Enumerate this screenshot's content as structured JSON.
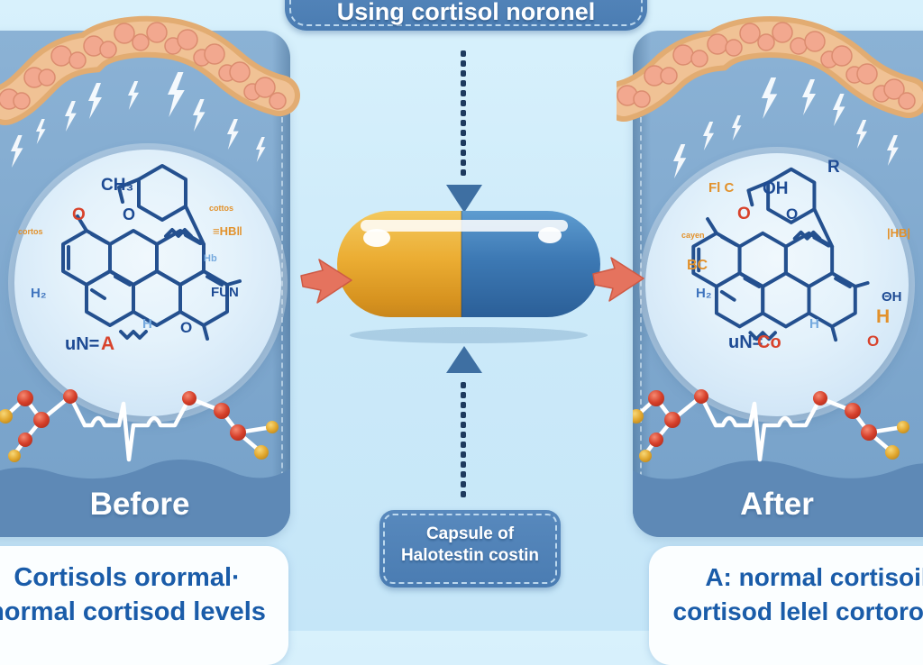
{
  "illustration": {
    "banner_title": "Using cortisol noronel",
    "capsule_badge_line1": "Capsule of",
    "capsule_badge_line2": "Halotestin costin",
    "left_panel": {
      "stage_label": "Before",
      "caption_line1": "Cortisols orormal·",
      "caption_line2": "hormal cortisod levels"
    },
    "right_panel": {
      "stage_label": "After",
      "caption_line1": "A: normal cortisoil",
      "caption_line2": "cortisod lelel cortoror, a"
    }
  },
  "formula_labels": {
    "left": [
      {
        "text": "CH₃"
      },
      {
        "text": "O"
      },
      {
        "text": "O"
      },
      {
        "text": "cortos"
      },
      {
        "text": "cottos"
      },
      {
        "text": "≡HB‖"
      },
      {
        "text": "Hb"
      },
      {
        "text": "H₂"
      },
      {
        "text": "uN="
      },
      {
        "text": "A"
      },
      {
        "text": "FUN"
      },
      {
        "text": "H"
      },
      {
        "text": "O"
      }
    ],
    "right": [
      {
        "text": "R"
      },
      {
        "text": "OH"
      },
      {
        "text": "O"
      },
      {
        "text": "O"
      },
      {
        "text": "Fl C"
      },
      {
        "text": "cayen"
      },
      {
        "text": "BC"
      },
      {
        "text": "H₂"
      },
      {
        "text": "uN="
      },
      {
        "text": "Co"
      },
      {
        "text": "H"
      },
      {
        "text": "ΘH"
      },
      {
        "text": "H"
      },
      {
        "text": "O"
      },
      {
        "text": "|HB|"
      }
    ]
  },
  "icons": {
    "capsule": "two-tone pill, gold left half, blue right half",
    "dotted-arrow": "vertical dotted line with solid triangular head",
    "transfer-arrow": "salmon right-pointing arrow",
    "lightning-bolt": "white zigzag stress bolt",
    "intestine-arc": "tan segmented gut-like arch",
    "molecule-chain": "white stick chain with red and gold atoms and ECG spike",
    "chemical-structure": "dark blue fused hexagon rings"
  },
  "colors": {
    "background": "#CDEBFA",
    "panel_blue": "#7FA8CE",
    "panel_wave": "#5E89B6",
    "banner_blue": "#4E82B8",
    "capsule_gold": "#E8A832",
    "capsule_blue": "#3A74B0",
    "transfer_arrow": "#E5735E",
    "caption_text": "#1A5CA9",
    "structure_blue": "#24508F",
    "atom_red": "#D6402B",
    "atom_gold": "#E8B23A",
    "intestine_tan": "#E2AC72",
    "intestine_pink": "#F2A88F"
  }
}
